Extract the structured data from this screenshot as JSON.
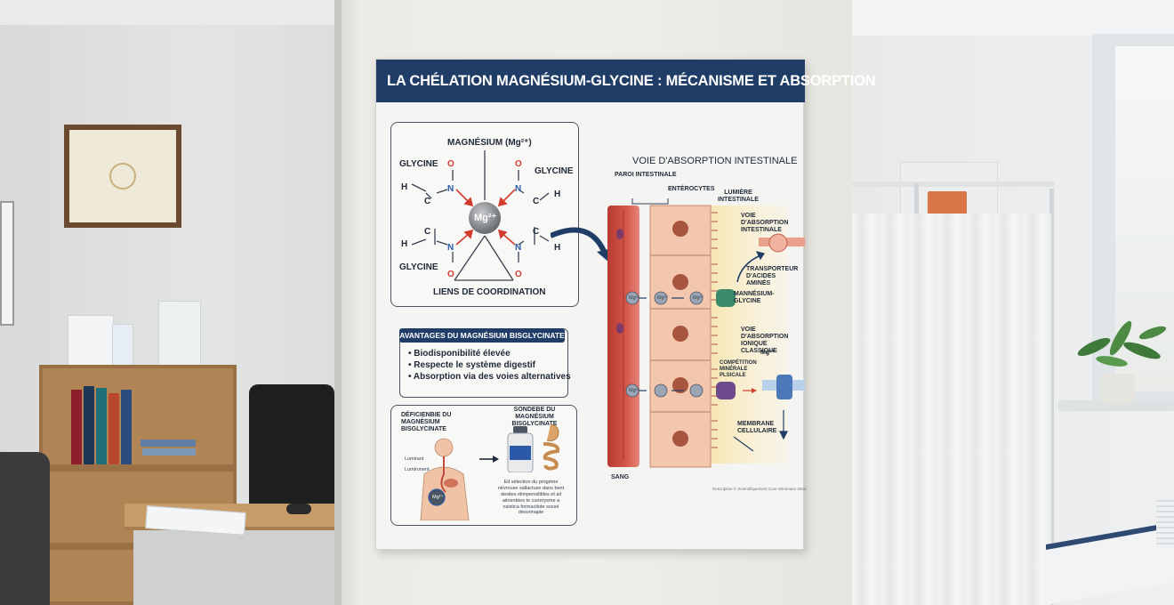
{
  "poster": {
    "title": "LA CHÉLATION MAGNÉSIUM-GLYCINE : MÉCANISME ET ABSORPTION",
    "chelation": {
      "magnesium_label": "MAGNÉSIUM (Mg²⁺)",
      "glycine_label": "GLYCINE",
      "ion": "Mg²⁺",
      "coordination_label": "LIENS DE COORDINATION",
      "atom_o": "O",
      "atom_n": "N",
      "atom_c": "C",
      "atom_h": "H"
    },
    "advantages": {
      "header": "AVANTAGES DU MAGNÉSIUM BISGLYCINATE",
      "items": [
        "• Biodisponibilité élevée",
        "• Respecte le système digestif",
        "• Absorption via des voies alternatives"
      ]
    },
    "bottom_panel": {
      "left_title": "DÉFICIENBIE DU MAGNÉSIUM BISGLYCINATE",
      "right_title": "SONDEBE DU MAGNÉSIUM BISGLYCINATE",
      "body_label_1": "Lumirant",
      "body_label_2": "Lumironent",
      "body_ion": "Mg²⁺",
      "small_text": "Ed sélection du progéme névrouse sallactuze dans bent desites elimpensilibles et ail aiinentées te cunerysme a nsistica formactiote sossé désorinapie"
    },
    "absorption": {
      "title": "VOIE D'ABSORPTION INTESTINALE",
      "wall_label": "PAROI INTESTINALE",
      "enterocytes_label": "ENTÉROCYTES",
      "lumen_label": "LUMIÈRE INTESTINALE",
      "pathway_label": "VOIE D'ABSORPTION INTESTINALE",
      "transporter_label": "TRANSPORTEUR D'ACIDES AMINÉS",
      "complex_label": "MANNÉSIUM-GLYCINE",
      "ionic_label": "VOIE D'ABSORPTION IONIQUE CLASSIQUE",
      "ion_label": "Mg²⁺",
      "competition_label": "COMPÉTITION MINÉRALE PLSICALE",
      "membrane_label": "MEMBRANE CELLULAIRE",
      "blood_label": "SANG",
      "mg_token": "Mg²⁺",
      "footnote": "Description © Scientifiquement Core Séminaire 2024"
    }
  },
  "colors": {
    "title_bar": "#1f3d66",
    "oxygen": "#d23b2e",
    "nitrogen": "#2b58a8",
    "mg_ion": "#7d7f82",
    "blood_vessel": "#c9443a",
    "cell": "#f3c6ae",
    "nucleus": "#a8553f",
    "lumen": "#f7e6b0",
    "transporter": "#3c8a6c",
    "channel": "#4a78b8"
  }
}
